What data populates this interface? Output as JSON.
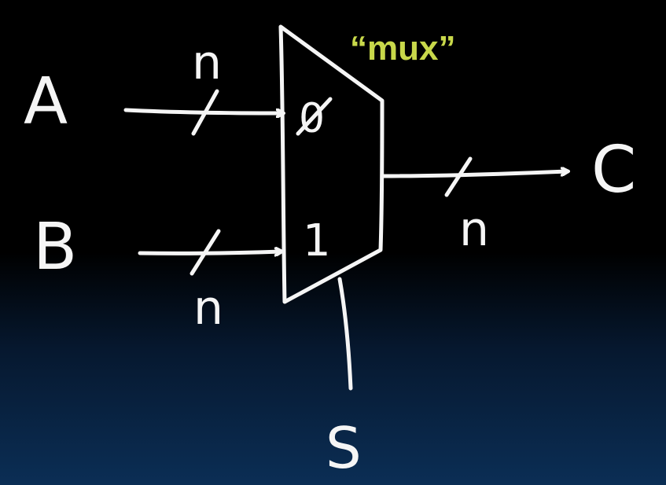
{
  "diagram": {
    "title": "“mux”",
    "title_color": "#c8d84a",
    "inputs": [
      {
        "label": "A",
        "width_label": "n",
        "port_label": "0"
      },
      {
        "label": "B",
        "width_label": "n",
        "port_label": "1"
      }
    ],
    "output": {
      "label": "C",
      "width_label": "n"
    },
    "select": {
      "label": "S"
    },
    "stroke_color": "#f5f5f5"
  }
}
